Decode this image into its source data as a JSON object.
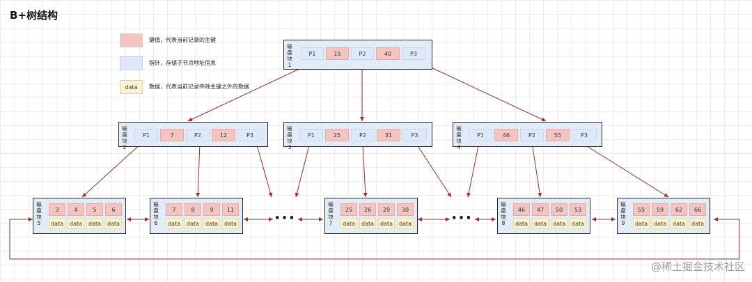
{
  "title": "B+树结构",
  "legend": [
    {
      "swatch": "",
      "text": "键值，代表当前记录的主键",
      "color": "#f2c5c3"
    },
    {
      "swatch": "",
      "text": "指针，存储子节点地址信息",
      "color": "#dde8f8"
    },
    {
      "swatch": "data",
      "text": "数据，代表当前记录中除主键之外的数据",
      "color": "#fcf3cd"
    }
  ],
  "disk_prefix": "磁盘块",
  "root": {
    "num": "1",
    "cells": [
      "P1",
      "15",
      "P2",
      "40",
      "P3"
    ]
  },
  "internal": [
    {
      "num": "2",
      "cells": [
        "P1",
        "7",
        "P2",
        "12",
        "P3"
      ]
    },
    {
      "num": "3",
      "cells": [
        "P1",
        "25",
        "P2",
        "31",
        "P3"
      ]
    },
    {
      "num": "4",
      "cells": [
        "P1",
        "46",
        "P2",
        "55",
        "P3"
      ]
    }
  ],
  "leaves": [
    {
      "num": "5",
      "keys": [
        "3",
        "4",
        "5",
        "6"
      ],
      "data": [
        "data",
        "data",
        "data",
        "data"
      ]
    },
    {
      "num": "6",
      "keys": [
        "7",
        "8",
        "9",
        "11"
      ],
      "data": [
        "data",
        "data",
        "data",
        "data"
      ]
    },
    {
      "num": "7",
      "keys": [
        "25",
        "26",
        "29",
        "30"
      ],
      "data": [
        "data",
        "data",
        "data",
        "data"
      ]
    },
    {
      "num": "8",
      "keys": [
        "46",
        "47",
        "50",
        "53"
      ],
      "data": [
        "data",
        "data",
        "data",
        "data"
      ]
    },
    {
      "num": "9",
      "keys": [
        "55",
        "59",
        "62",
        "66"
      ],
      "data": [
        "data",
        "data",
        "data",
        "data"
      ]
    }
  ],
  "ellipsis": [
    "···",
    "···"
  ],
  "watermark": "@稀土掘金技术社区",
  "colors": {
    "key": "#f2c5c3",
    "pointer": "#dde8f8",
    "data": "#fcf3cd",
    "arrow": "#a52a2a"
  }
}
